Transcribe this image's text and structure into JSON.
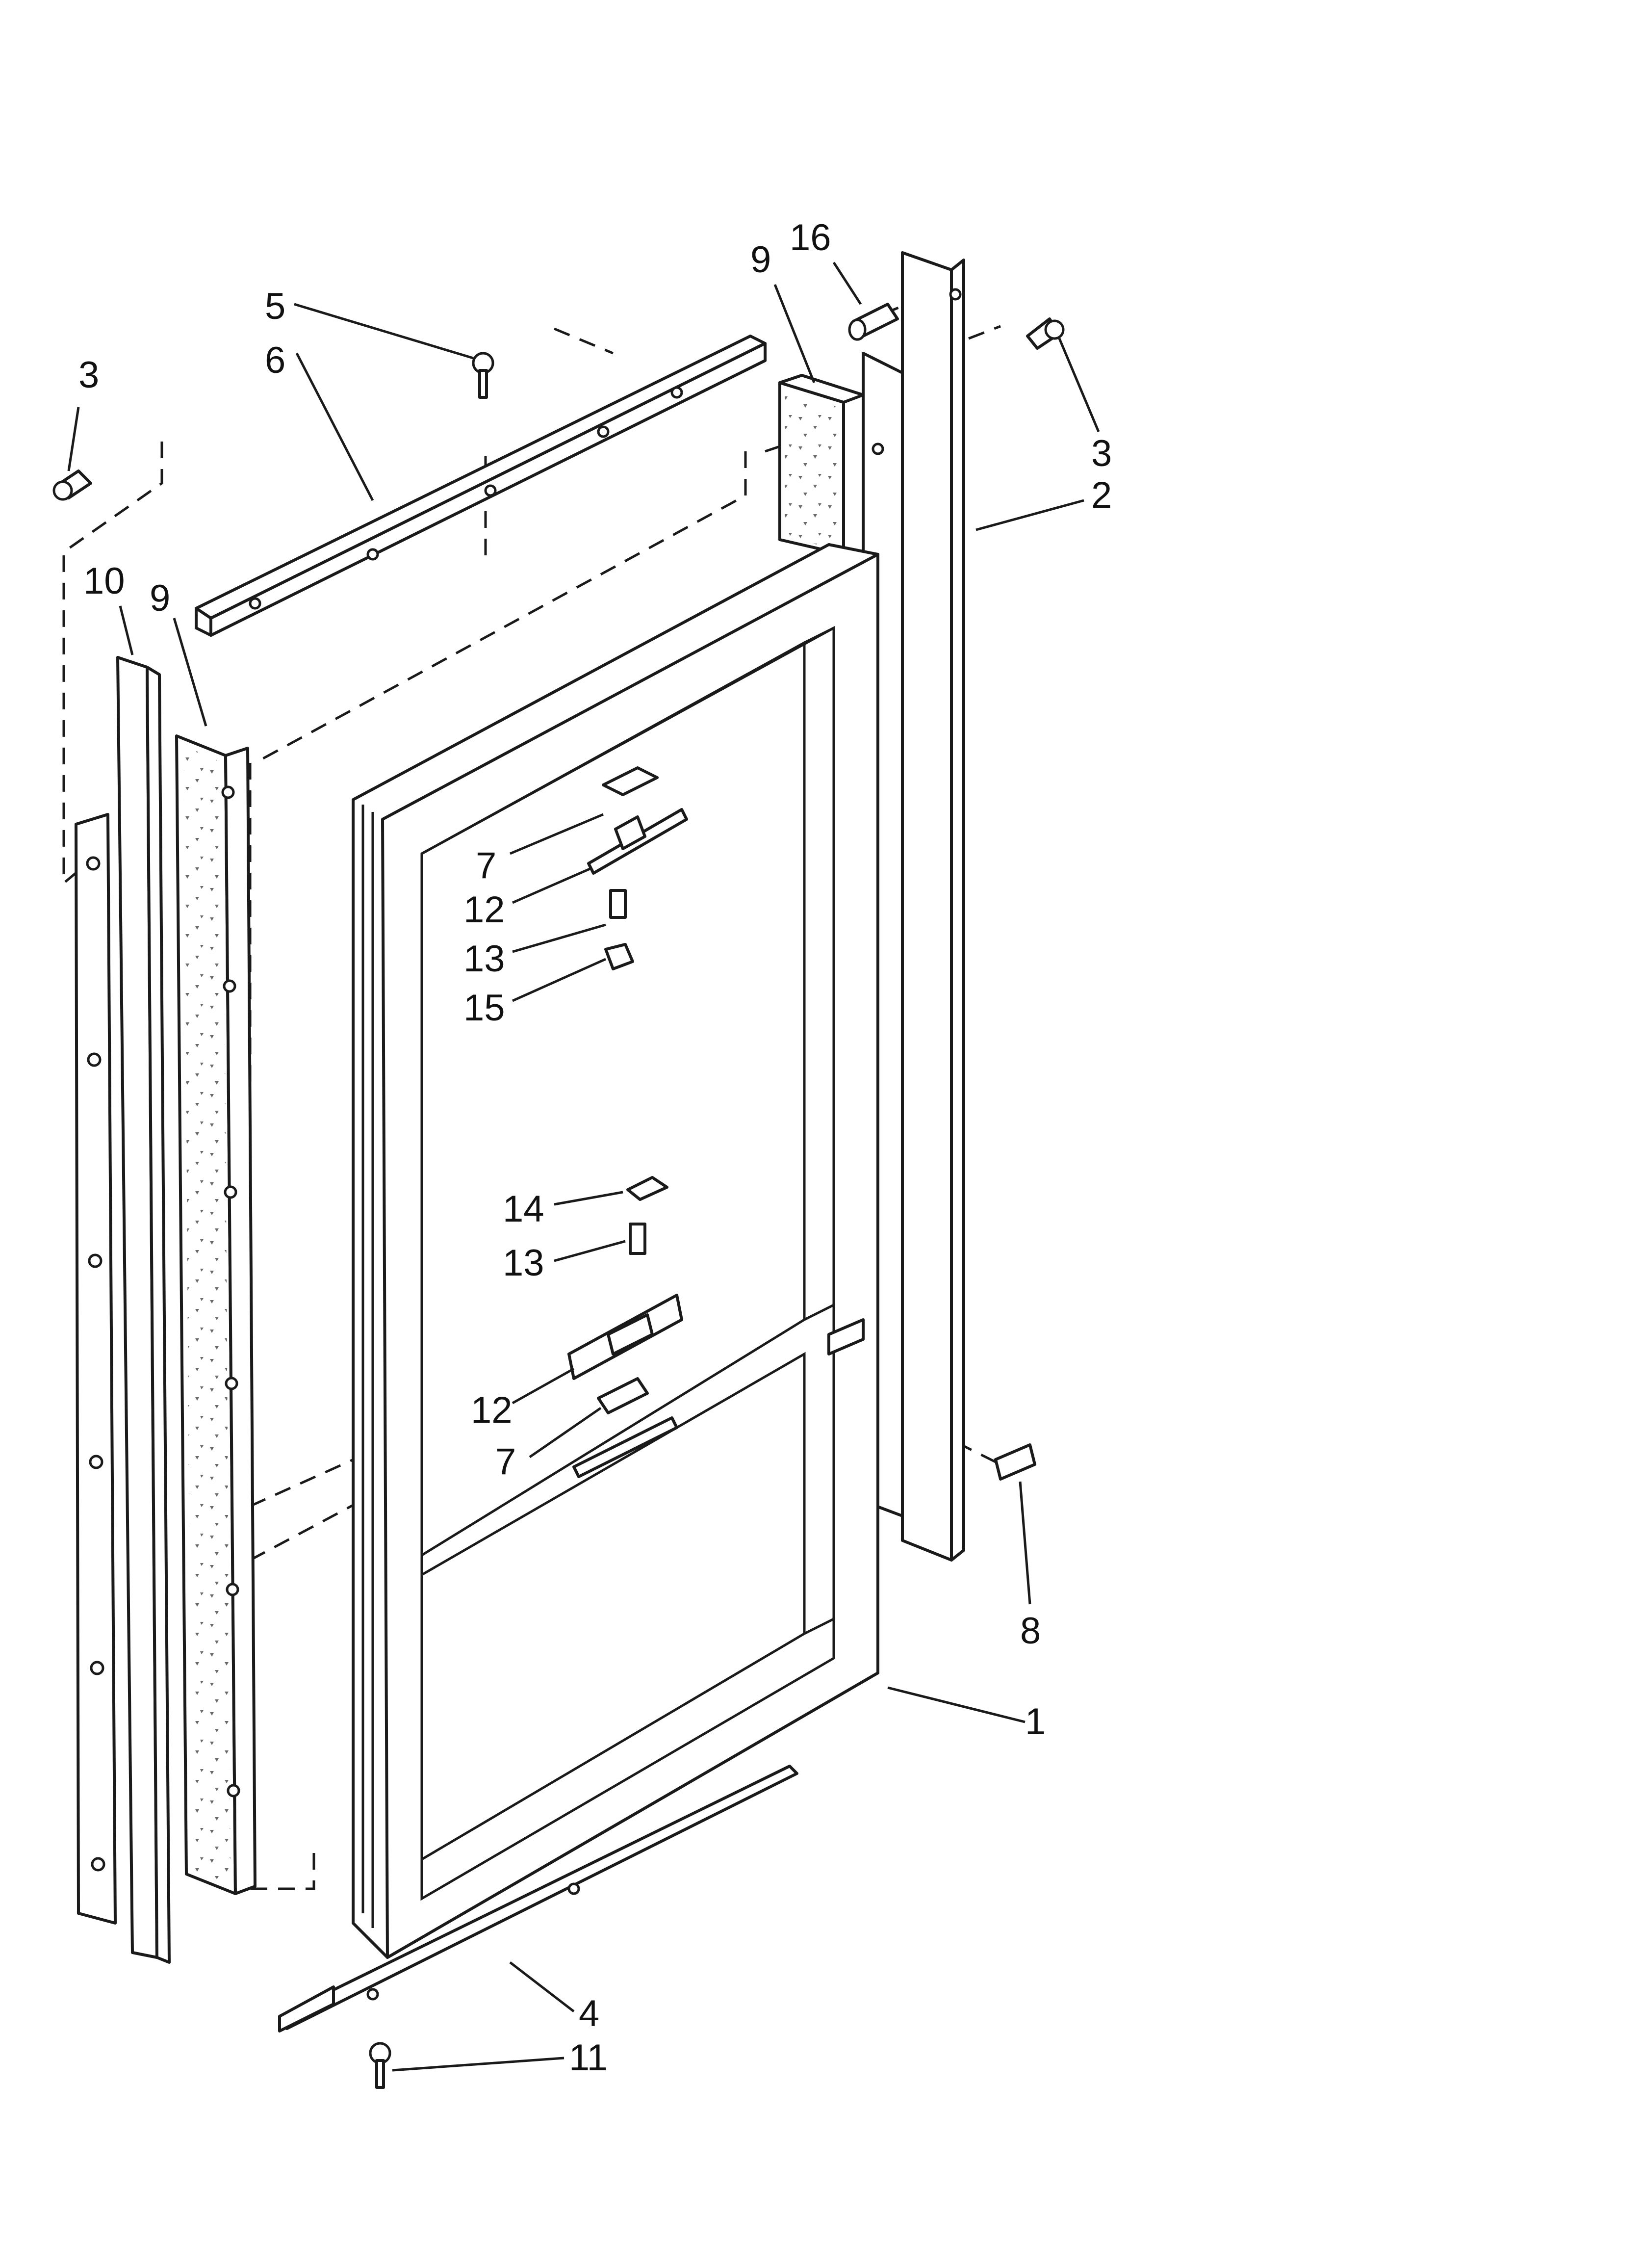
{
  "diagram": {
    "title": "",
    "callouts": [
      {
        "id": "c3-left",
        "text": "3"
      },
      {
        "id": "c5",
        "text": "5"
      },
      {
        "id": "c6",
        "text": "6"
      },
      {
        "id": "c9-top",
        "text": "9"
      },
      {
        "id": "c16",
        "text": "16"
      },
      {
        "id": "c3-right",
        "text": "3"
      },
      {
        "id": "c2",
        "text": "2"
      },
      {
        "id": "c10",
        "text": "10"
      },
      {
        "id": "c9-left",
        "text": "9"
      },
      {
        "id": "c7-top",
        "text": "7"
      },
      {
        "id": "c12-top",
        "text": "12"
      },
      {
        "id": "c13-top",
        "text": "13"
      },
      {
        "id": "c15",
        "text": "15"
      },
      {
        "id": "c14",
        "text": "14"
      },
      {
        "id": "c13-bottom",
        "text": "13"
      },
      {
        "id": "c12-bottom",
        "text": "12"
      },
      {
        "id": "c7-bottom",
        "text": "7"
      },
      {
        "id": "c8",
        "text": "8"
      },
      {
        "id": "c1",
        "text": "1"
      },
      {
        "id": "c4",
        "text": "4"
      },
      {
        "id": "c11",
        "text": "11"
      }
    ]
  }
}
